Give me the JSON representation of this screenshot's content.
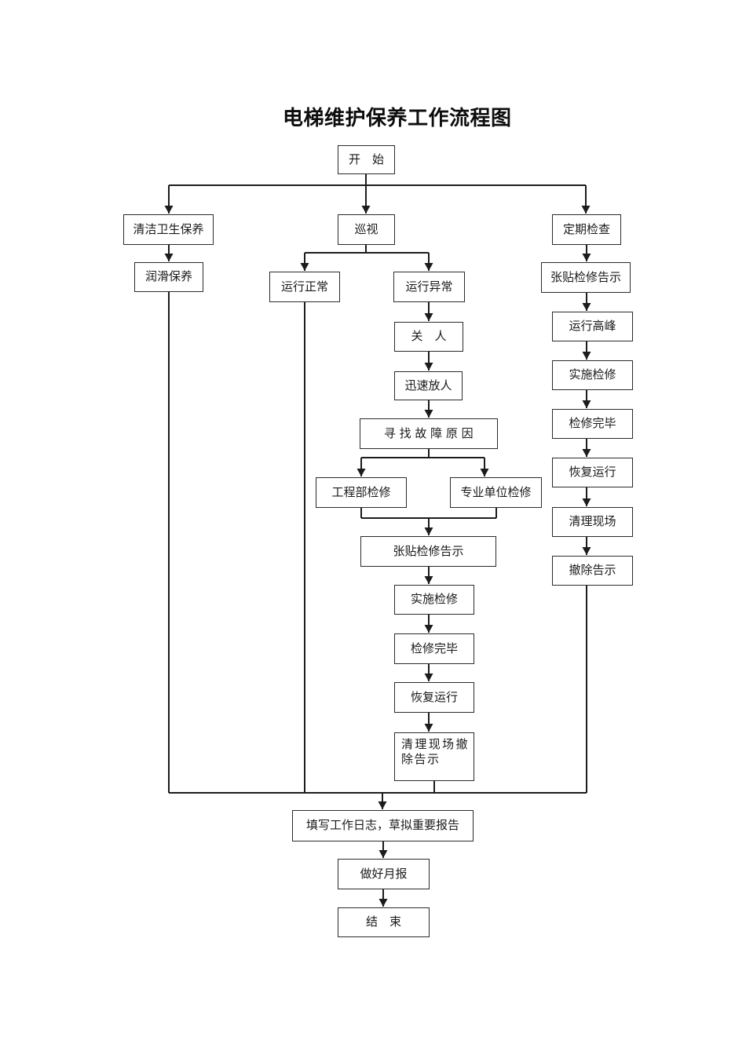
{
  "page": {
    "title": "电梯维护保养工作流程图"
  },
  "flowchart": {
    "line_color": "#1c1c1c",
    "box_border_color": "#2a2a2a",
    "background": "#ffffff",
    "nodes": {
      "start": {
        "label": "开　始"
      },
      "clean": {
        "label": "清洁卫生保养"
      },
      "patrol": {
        "label": "巡视"
      },
      "periodic": {
        "label": "定期检查"
      },
      "lubricate": {
        "label": "润滑保养"
      },
      "run_normal": {
        "label": "运行正常"
      },
      "run_abnormal": {
        "label": "运行异常"
      },
      "post_notice_right": {
        "label": "张贴检修告示"
      },
      "shut_people": {
        "label": "关　人"
      },
      "peak": {
        "label": "运行高峰"
      },
      "release_people": {
        "label": "迅速放人"
      },
      "implement_right": {
        "label": "实施检修"
      },
      "find_cause": {
        "label": "寻 找 故 障 原 因"
      },
      "complete_right": {
        "label": "检修完毕"
      },
      "eng_dept": {
        "label": "工程部检修"
      },
      "pro_unit": {
        "label": "专业单位检修"
      },
      "resume_right": {
        "label": "恢复运行"
      },
      "post_notice_center": {
        "label": "张贴检修告示"
      },
      "clean_site_right": {
        "label": "清理现场"
      },
      "remove_notice_right": {
        "label": "撤除告示"
      },
      "implement_center": {
        "label": "实施检修"
      },
      "complete_center": {
        "label": "检修完毕"
      },
      "resume_center": {
        "label": "恢复运行"
      },
      "clean_remove": {
        "label": "清理现场撤除告示"
      },
      "fill_log": {
        "label": "填写工作日志，草拟重要报告"
      },
      "monthly_report": {
        "label": "做好月报"
      },
      "end": {
        "label": "结　束"
      }
    },
    "edges": [
      [
        "start",
        "clean"
      ],
      [
        "start",
        "patrol"
      ],
      [
        "start",
        "periodic"
      ],
      [
        "clean",
        "lubricate"
      ],
      [
        "lubricate",
        "fill_log"
      ],
      [
        "patrol",
        "run_normal"
      ],
      [
        "patrol",
        "run_abnormal"
      ],
      [
        "run_normal",
        "fill_log"
      ],
      [
        "run_abnormal",
        "shut_people"
      ],
      [
        "shut_people",
        "release_people"
      ],
      [
        "release_people",
        "find_cause"
      ],
      [
        "find_cause",
        "eng_dept"
      ],
      [
        "find_cause",
        "pro_unit"
      ],
      [
        "eng_dept",
        "post_notice_center"
      ],
      [
        "pro_unit",
        "post_notice_center"
      ],
      [
        "post_notice_center",
        "implement_center"
      ],
      [
        "implement_center",
        "complete_center"
      ],
      [
        "complete_center",
        "resume_center"
      ],
      [
        "resume_center",
        "clean_remove"
      ],
      [
        "clean_remove",
        "fill_log"
      ],
      [
        "periodic",
        "post_notice_right"
      ],
      [
        "post_notice_right",
        "peak"
      ],
      [
        "peak",
        "implement_right"
      ],
      [
        "implement_right",
        "complete_right"
      ],
      [
        "complete_right",
        "resume_right"
      ],
      [
        "resume_right",
        "clean_site_right"
      ],
      [
        "clean_site_right",
        "remove_notice_right"
      ],
      [
        "remove_notice_right",
        "fill_log"
      ],
      [
        "fill_log",
        "monthly_report"
      ],
      [
        "monthly_report",
        "end"
      ]
    ]
  }
}
